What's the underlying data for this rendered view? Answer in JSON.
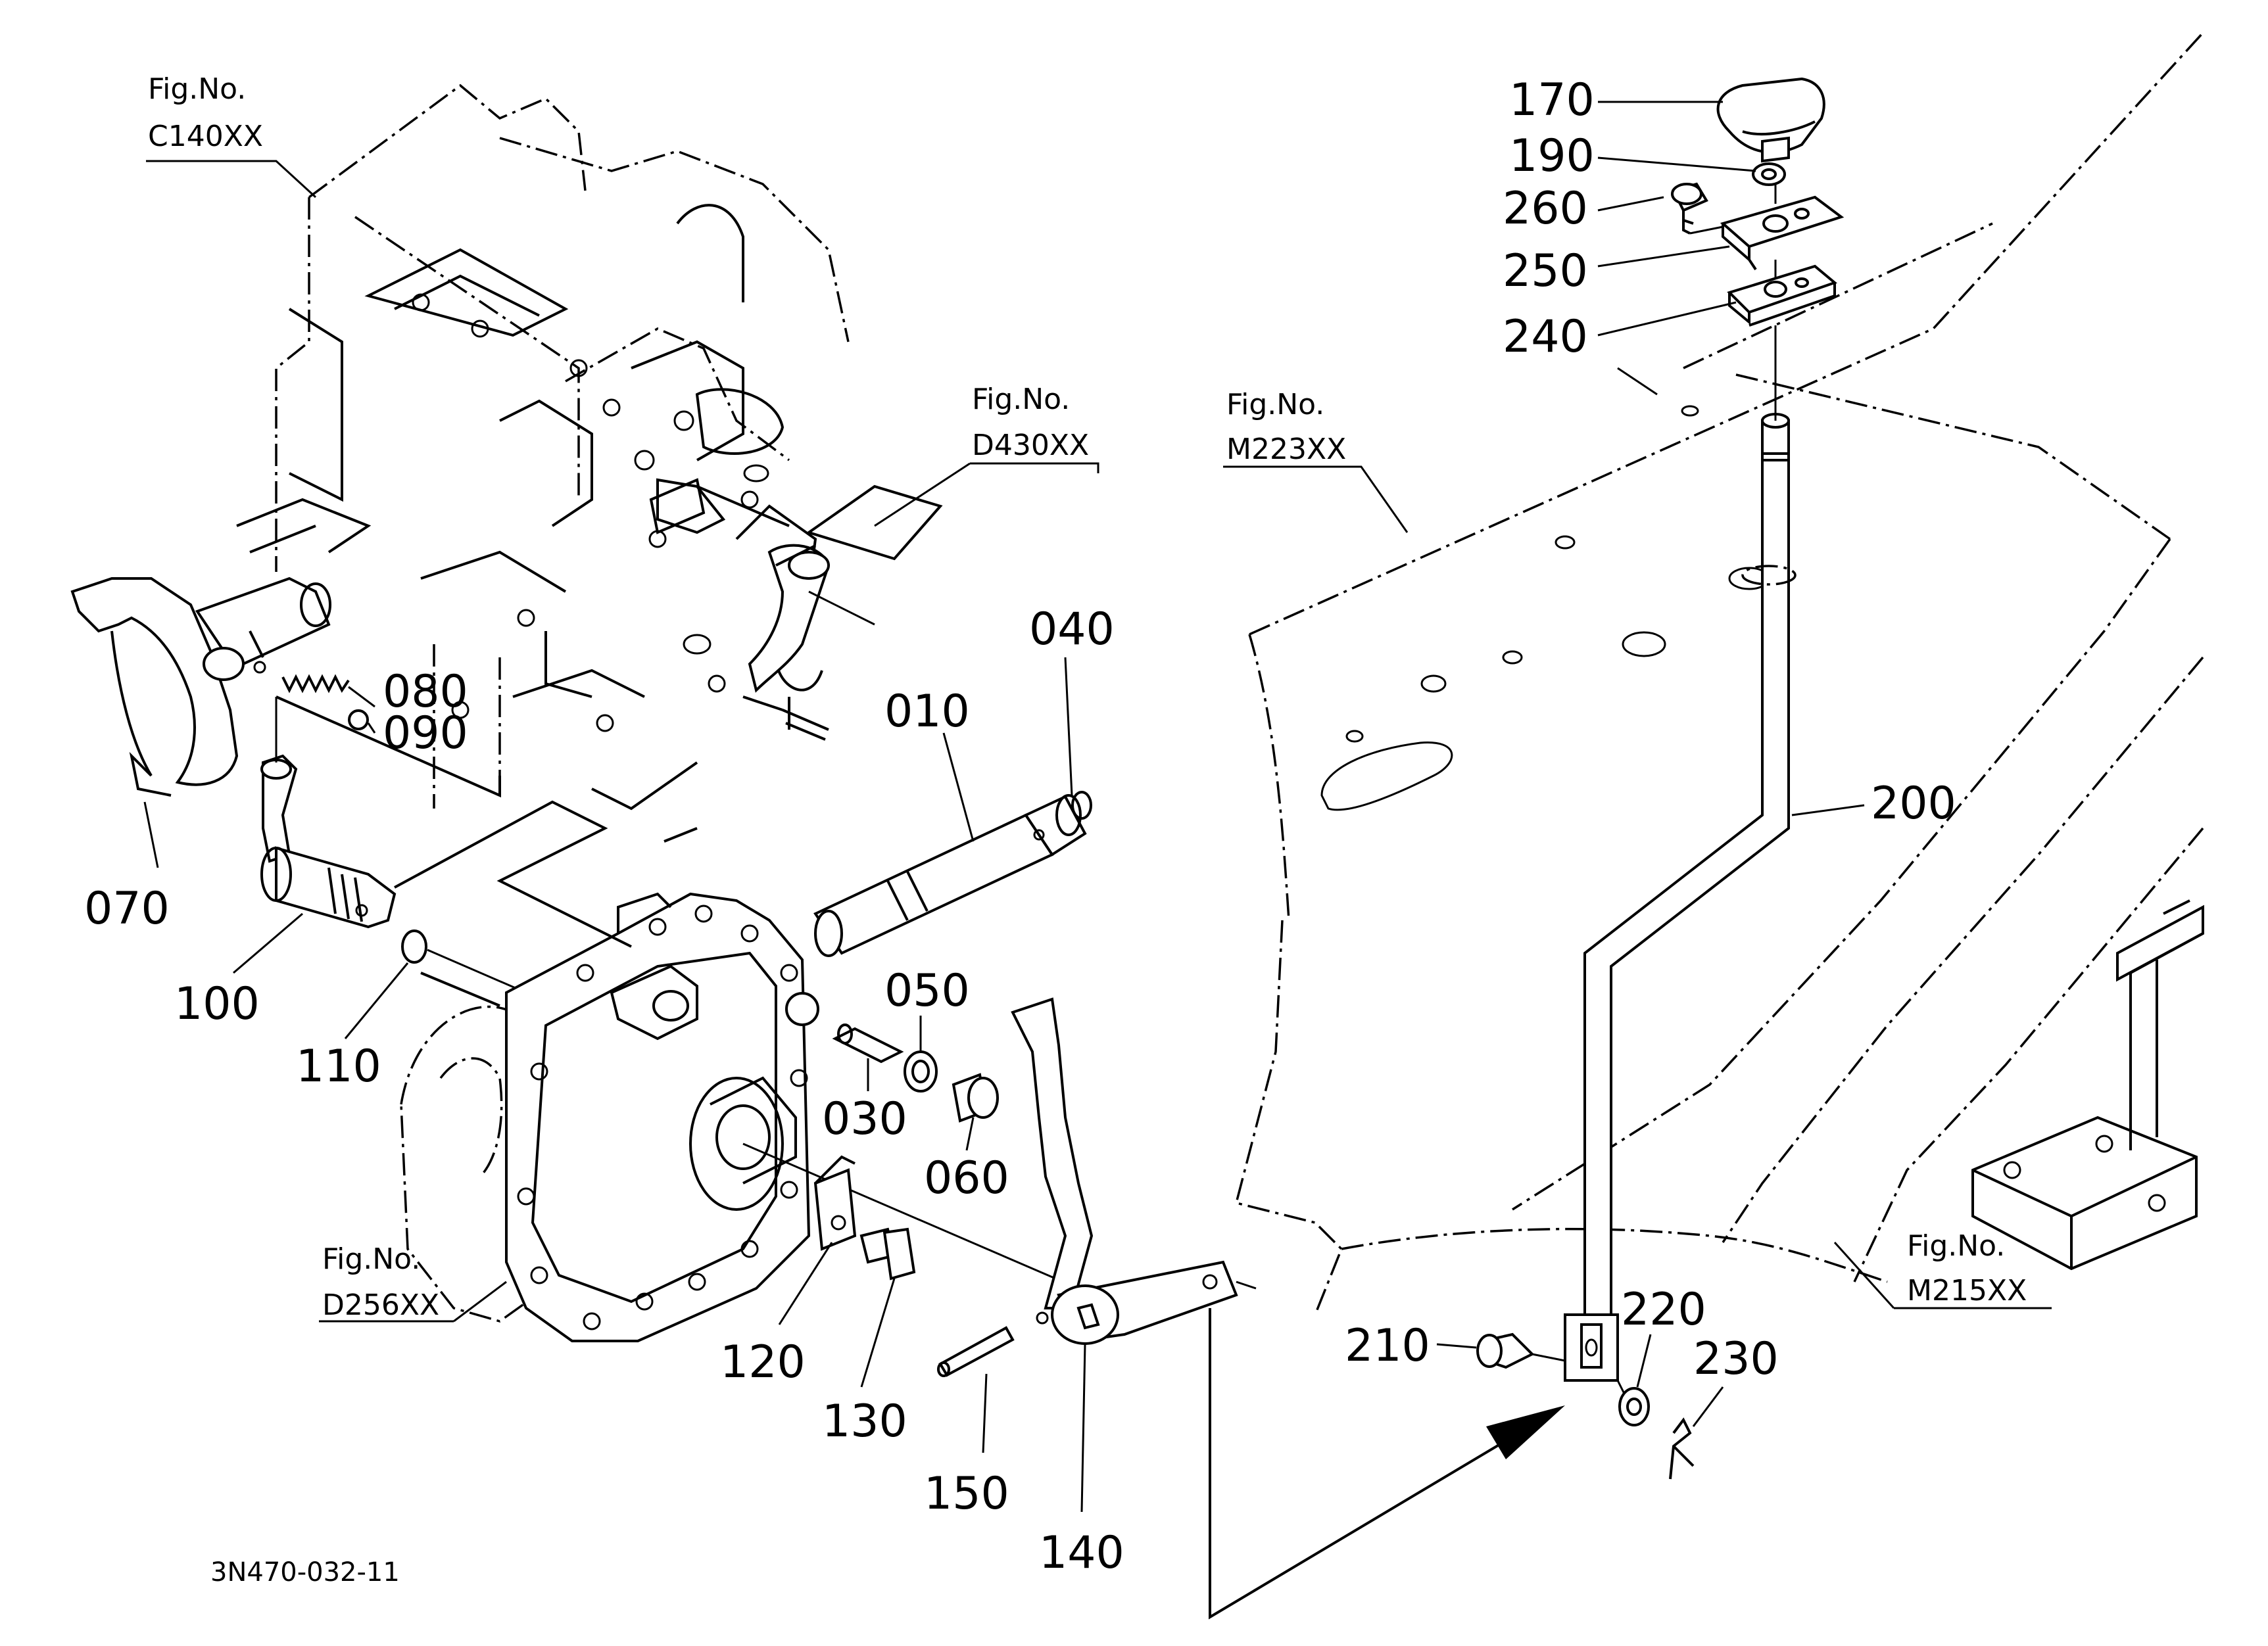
{
  "document_id": "3N470-032-11",
  "figure_refs": {
    "c140": {
      "label": "Fig.No.",
      "code": "C140XX"
    },
    "d430": {
      "label": "Fig.No.",
      "code": "D430XX"
    },
    "m223": {
      "label": "Fig.No.",
      "code": "M223XX"
    },
    "d256": {
      "label": "Fig.No.",
      "code": "D256XX"
    },
    "m215": {
      "label": "Fig.No.",
      "code": "M215XX"
    }
  },
  "parts": {
    "p010": "010",
    "p030": "030",
    "p040": "040",
    "p050": "050",
    "p060": "060",
    "p070": "070",
    "p080": "080",
    "p090": "090",
    "p100": "100",
    "p110": "110",
    "p120": "120",
    "p130": "130",
    "p140": "140",
    "p150": "150",
    "p170": "170",
    "p190": "190",
    "p200": "200",
    "p210": "210",
    "p220": "220",
    "p230": "230",
    "p240": "240",
    "p250": "250",
    "p260": "260"
  }
}
